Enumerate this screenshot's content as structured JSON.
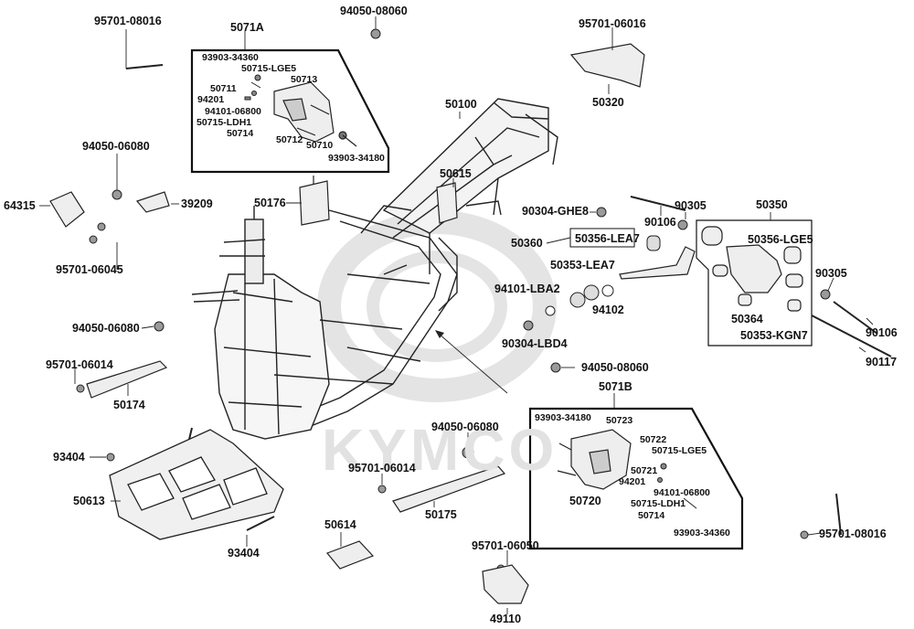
{
  "watermark": "KYMCO",
  "part_labels": {
    "p95701_08016_a": "95701-08016",
    "p5071A": "5071A",
    "p94050_08060_a": "94050-08060",
    "p95701_06016": "95701-06016",
    "p93903_34360_a": "93903-34360",
    "p50715_LGE5_a": "50715-LGE5",
    "p50711": "50711",
    "p50713": "50713",
    "p94201_a": "94201",
    "p94101_06800_a": "94101-06800",
    "p50715_LDH1_a": "50715-LDH1",
    "p50714_a": "50714",
    "p50712": "50712",
    "p50710": "50710",
    "p93903_34180_a": "93903-34180",
    "p50320": "50320",
    "p50100": "50100",
    "p94050_06080_a": "94050-06080",
    "p39209": "39209",
    "p64315": "64315",
    "p95701_06045": "95701-06045",
    "p50176": "50176",
    "p50615": "50615",
    "p90304_GHE8": "90304-GHE8",
    "p90305_a": "90305",
    "p50350": "50350",
    "p90106_a": "90106",
    "p50360": "50360",
    "p50356_LEA7": "50356-LEA7",
    "p50356_LGE5": "50356-LGE5",
    "p50353_LEA7": "50353-LEA7",
    "p94101_LBA2": "94101-LBA2",
    "p94102": "94102",
    "p90305_b": "90305",
    "p50364": "50364",
    "p90106_b": "90106",
    "p50353_KGN7": "50353-KGN7",
    "p90304_LBD4": "90304-LBD4",
    "p94050_06080_b": "94050-06080",
    "p90117": "90117",
    "p94050_08060_b": "94050-08060",
    "p95701_06014_a": "95701-06014",
    "p50174": "50174",
    "p5071B": "5071B",
    "p93903_34180_b": "93903-34180",
    "p50723": "50723",
    "p50722": "50722",
    "p50715_LGE5_b": "50715-LGE5",
    "p50721": "50721",
    "p94201_b": "94201",
    "p94101_06800_b": "94101-06800",
    "p50720": "50720",
    "p50715_LDH1_b": "50715-LDH1",
    "p50714_b": "50714",
    "p93903_34360_b": "93903-34360",
    "p94050_06080_c": "94050-06080",
    "p93404_a": "93404",
    "p95701_06014_b": "95701-06014",
    "p50613": "50613",
    "p50175": "50175",
    "p50614": "50614",
    "p93404_b": "93404",
    "p95701_06050": "95701-06050",
    "p95701_08016_b": "95701-08016",
    "p49110": "49110"
  }
}
